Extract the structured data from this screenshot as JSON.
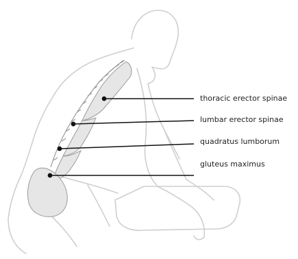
{
  "labels": [
    "thoracic erector spinae",
    "lumbar erector spinae",
    "quadratus lumborum",
    "gluteus maximus"
  ],
  "colors": {
    "outline": "#cfcfcf",
    "muscle_fill": "#e6e6e6",
    "muscle_stroke": "#9a9a9a",
    "leader_line": "#111111",
    "text": "#222222"
  }
}
